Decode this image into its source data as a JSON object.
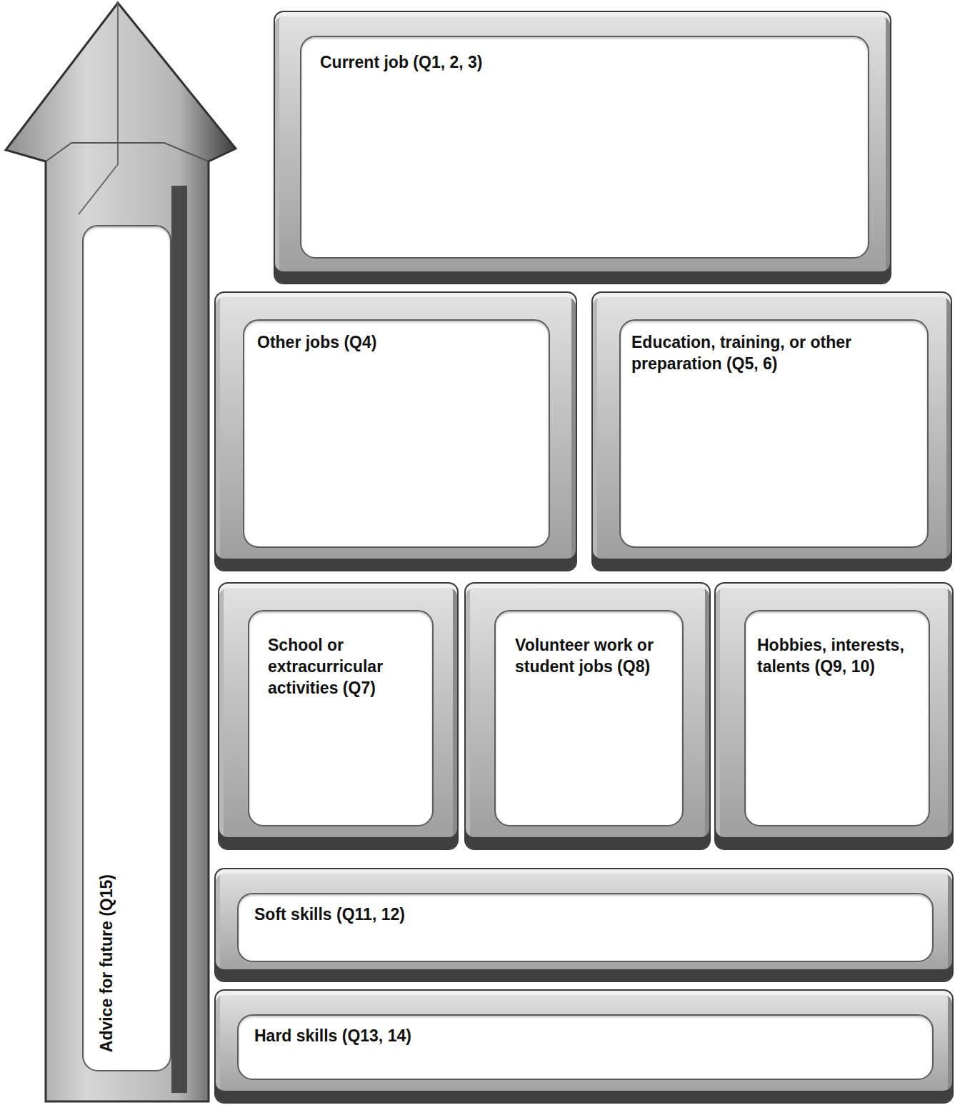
{
  "diagram": {
    "nodes": [
      {
        "text": [
          "Current job (Q1, 2, 3)"
        ]
      },
      {
        "text": [
          "Other jobs (Q4)"
        ]
      },
      {
        "text": [
          "Education, training, or other preparation (Q5, 6)"
        ]
      },
      {
        "text": [
          "School or extracurricular activities (Q7)"
        ]
      },
      {
        "text": [
          "Volunteer work or student jobs (Q8)"
        ]
      },
      {
        "text": [
          "Hobbies, interests, talents (Q9, 10)"
        ]
      },
      {
        "text": [
          "Soft skills (Q11, 12)"
        ]
      },
      {
        "text": [
          "Hard skills (Q13, 14)"
        ]
      },
      {
        "text": [
          "Advice for future (Q15)"
        ]
      }
    ]
  }
}
